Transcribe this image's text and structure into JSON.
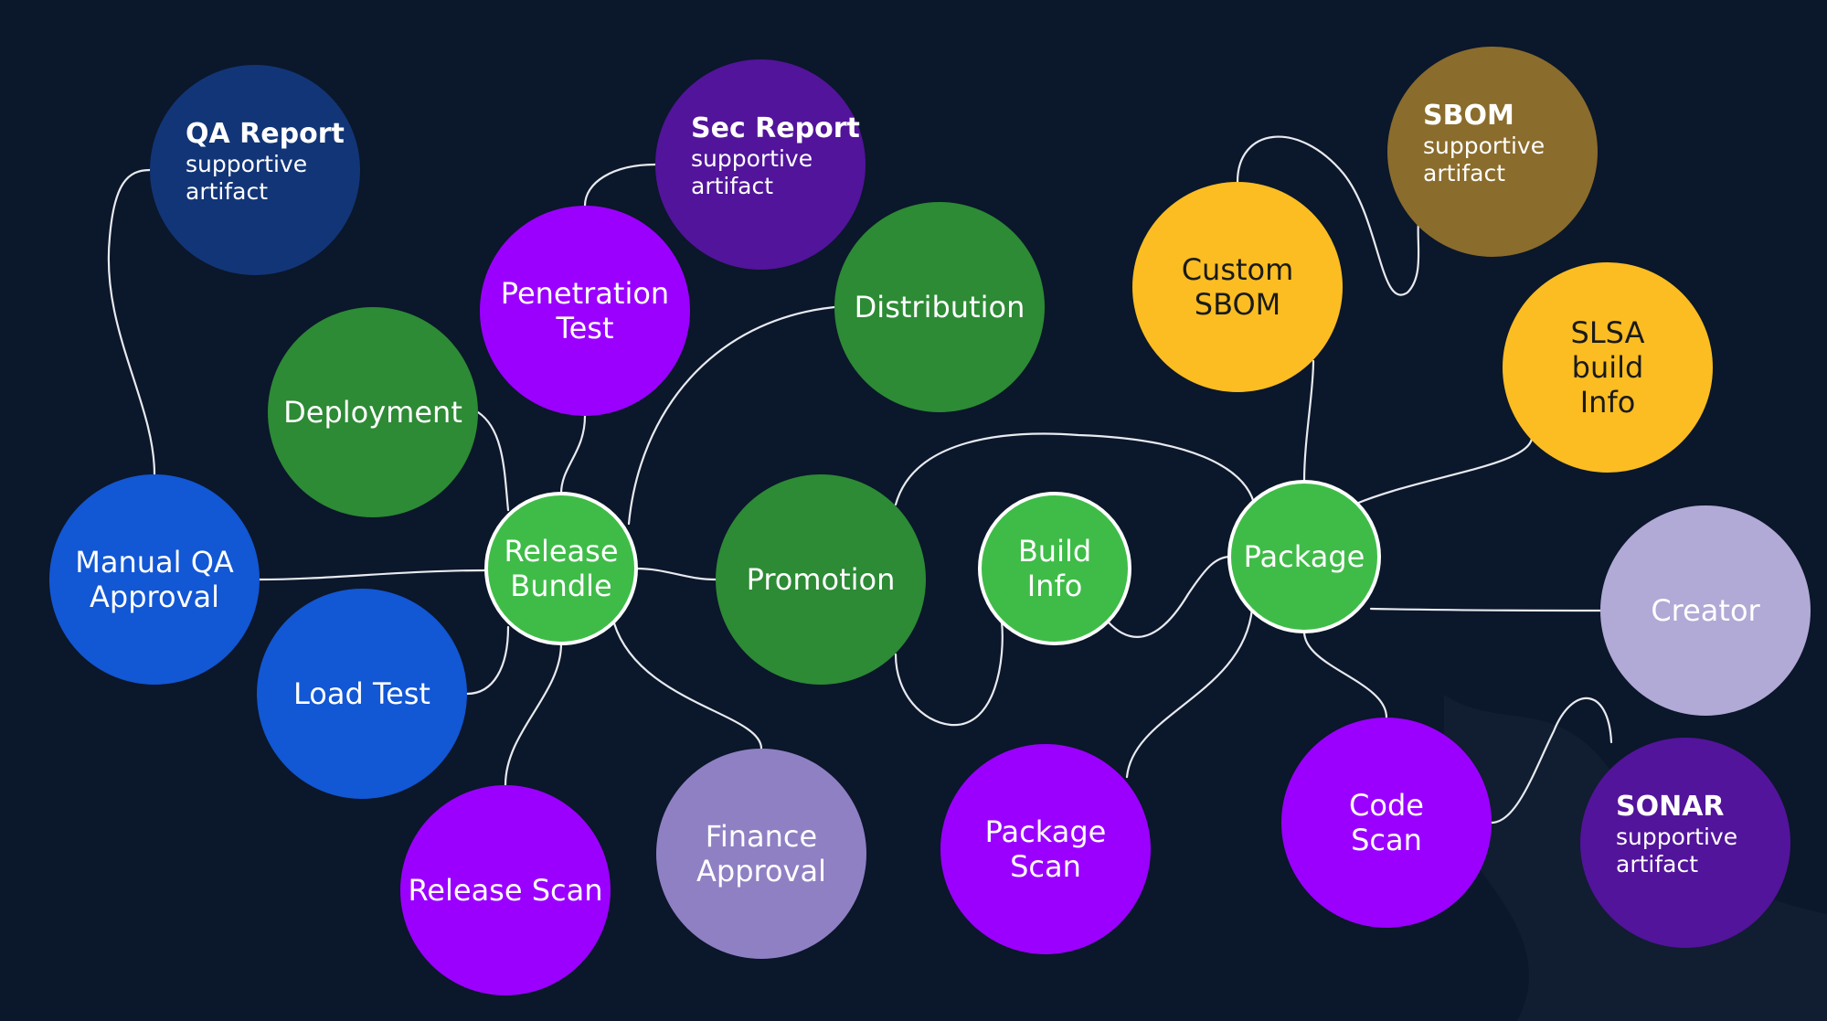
{
  "colors": {
    "background": "#0b172a",
    "connector": "#e8eaf0",
    "green_light": "#3fbc48",
    "green_dark": "#2d8a35",
    "purple_bright": "#9b00ff",
    "purple_deep": "#52149a",
    "blue": "#1257d4",
    "navy": "#123577",
    "lavender": "#8f80c4",
    "lavender_light": "#b1a9d6",
    "yellow": "#fbbd22",
    "olive": "#8a6c2c"
  },
  "nodes": [
    {
      "id": "release-bundle",
      "lines": [
        "Release",
        "Bundle"
      ],
      "color": "#3fbc48",
      "outlined": true
    },
    {
      "id": "promotion",
      "lines": [
        "Promotion"
      ],
      "color": "#2d8a35"
    },
    {
      "id": "build-info",
      "lines": [
        "Build",
        "Info"
      ],
      "color": "#3fbc48",
      "outlined": true
    },
    {
      "id": "package",
      "lines": [
        "Package"
      ],
      "color": "#3fbc48",
      "outlined": true
    },
    {
      "id": "deployment",
      "lines": [
        "Deployment"
      ],
      "color": "#2d8a35"
    },
    {
      "id": "distribution",
      "lines": [
        "Distribution"
      ],
      "color": "#2d8a35"
    },
    {
      "id": "penetration-test",
      "lines": [
        "Penetration",
        "Test"
      ],
      "color": "#9b00ff"
    },
    {
      "id": "manual-qa-approval",
      "lines": [
        "Manual QA",
        "Approval"
      ],
      "color": "#1257d4"
    },
    {
      "id": "load-test",
      "lines": [
        "Load Test"
      ],
      "color": "#1257d4"
    },
    {
      "id": "release-scan",
      "lines": [
        "Release Scan"
      ],
      "color": "#9b00ff"
    },
    {
      "id": "finance-approval",
      "lines": [
        "Finance",
        "Approval"
      ],
      "color": "#8f80c4"
    },
    {
      "id": "package-scan",
      "lines": [
        "Package",
        "Scan"
      ],
      "color": "#9b00ff"
    },
    {
      "id": "code-scan",
      "lines": [
        "Code",
        "Scan"
      ],
      "color": "#9b00ff"
    },
    {
      "id": "creator",
      "lines": [
        "Creator"
      ],
      "color": "#b1a9d6"
    },
    {
      "id": "custom-sbom",
      "lines": [
        "Custom",
        "SBOM"
      ],
      "color": "#fbbd22",
      "dark_text": true
    },
    {
      "id": "slsa-build-info",
      "lines": [
        "SLSA",
        "build",
        "Info"
      ],
      "color": "#fbbd22",
      "dark_text": true
    },
    {
      "id": "qa-report",
      "title": "QA Report",
      "lines": [
        "supportive",
        "artifact"
      ],
      "color": "#123577",
      "artifact": true
    },
    {
      "id": "sec-report",
      "title": "Sec Report",
      "lines": [
        "supportive",
        "artifact"
      ],
      "color": "#52149a",
      "artifact": true
    },
    {
      "id": "sbom",
      "title": "SBOM",
      "lines": [
        "supportive",
        "artifact"
      ],
      "color": "#8a6c2c",
      "artifact": true
    },
    {
      "id": "sonar",
      "title": "SONAR",
      "lines": [
        "supportive",
        "artifact"
      ],
      "color": "#52149a",
      "artifact": true
    }
  ],
  "edges": [
    [
      "release-bundle",
      "manual-qa-approval"
    ],
    [
      "release-bundle",
      "deployment"
    ],
    [
      "release-bundle",
      "penetration-test"
    ],
    [
      "release-bundle",
      "distribution"
    ],
    [
      "release-bundle",
      "promotion"
    ],
    [
      "release-bundle",
      "load-test"
    ],
    [
      "release-bundle",
      "release-scan"
    ],
    [
      "release-bundle",
      "finance-approval"
    ],
    [
      "promotion",
      "package"
    ],
    [
      "promotion",
      "build-info"
    ],
    [
      "build-info",
      "package"
    ],
    [
      "package",
      "custom-sbom"
    ],
    [
      "package",
      "slsa-build-info"
    ],
    [
      "package",
      "creator"
    ],
    [
      "package",
      "code-scan"
    ],
    [
      "package",
      "package-scan"
    ],
    [
      "manual-qa-approval",
      "qa-report"
    ],
    [
      "penetration-test",
      "sec-report"
    ],
    [
      "custom-sbom",
      "sbom"
    ],
    [
      "code-scan",
      "sonar"
    ]
  ]
}
